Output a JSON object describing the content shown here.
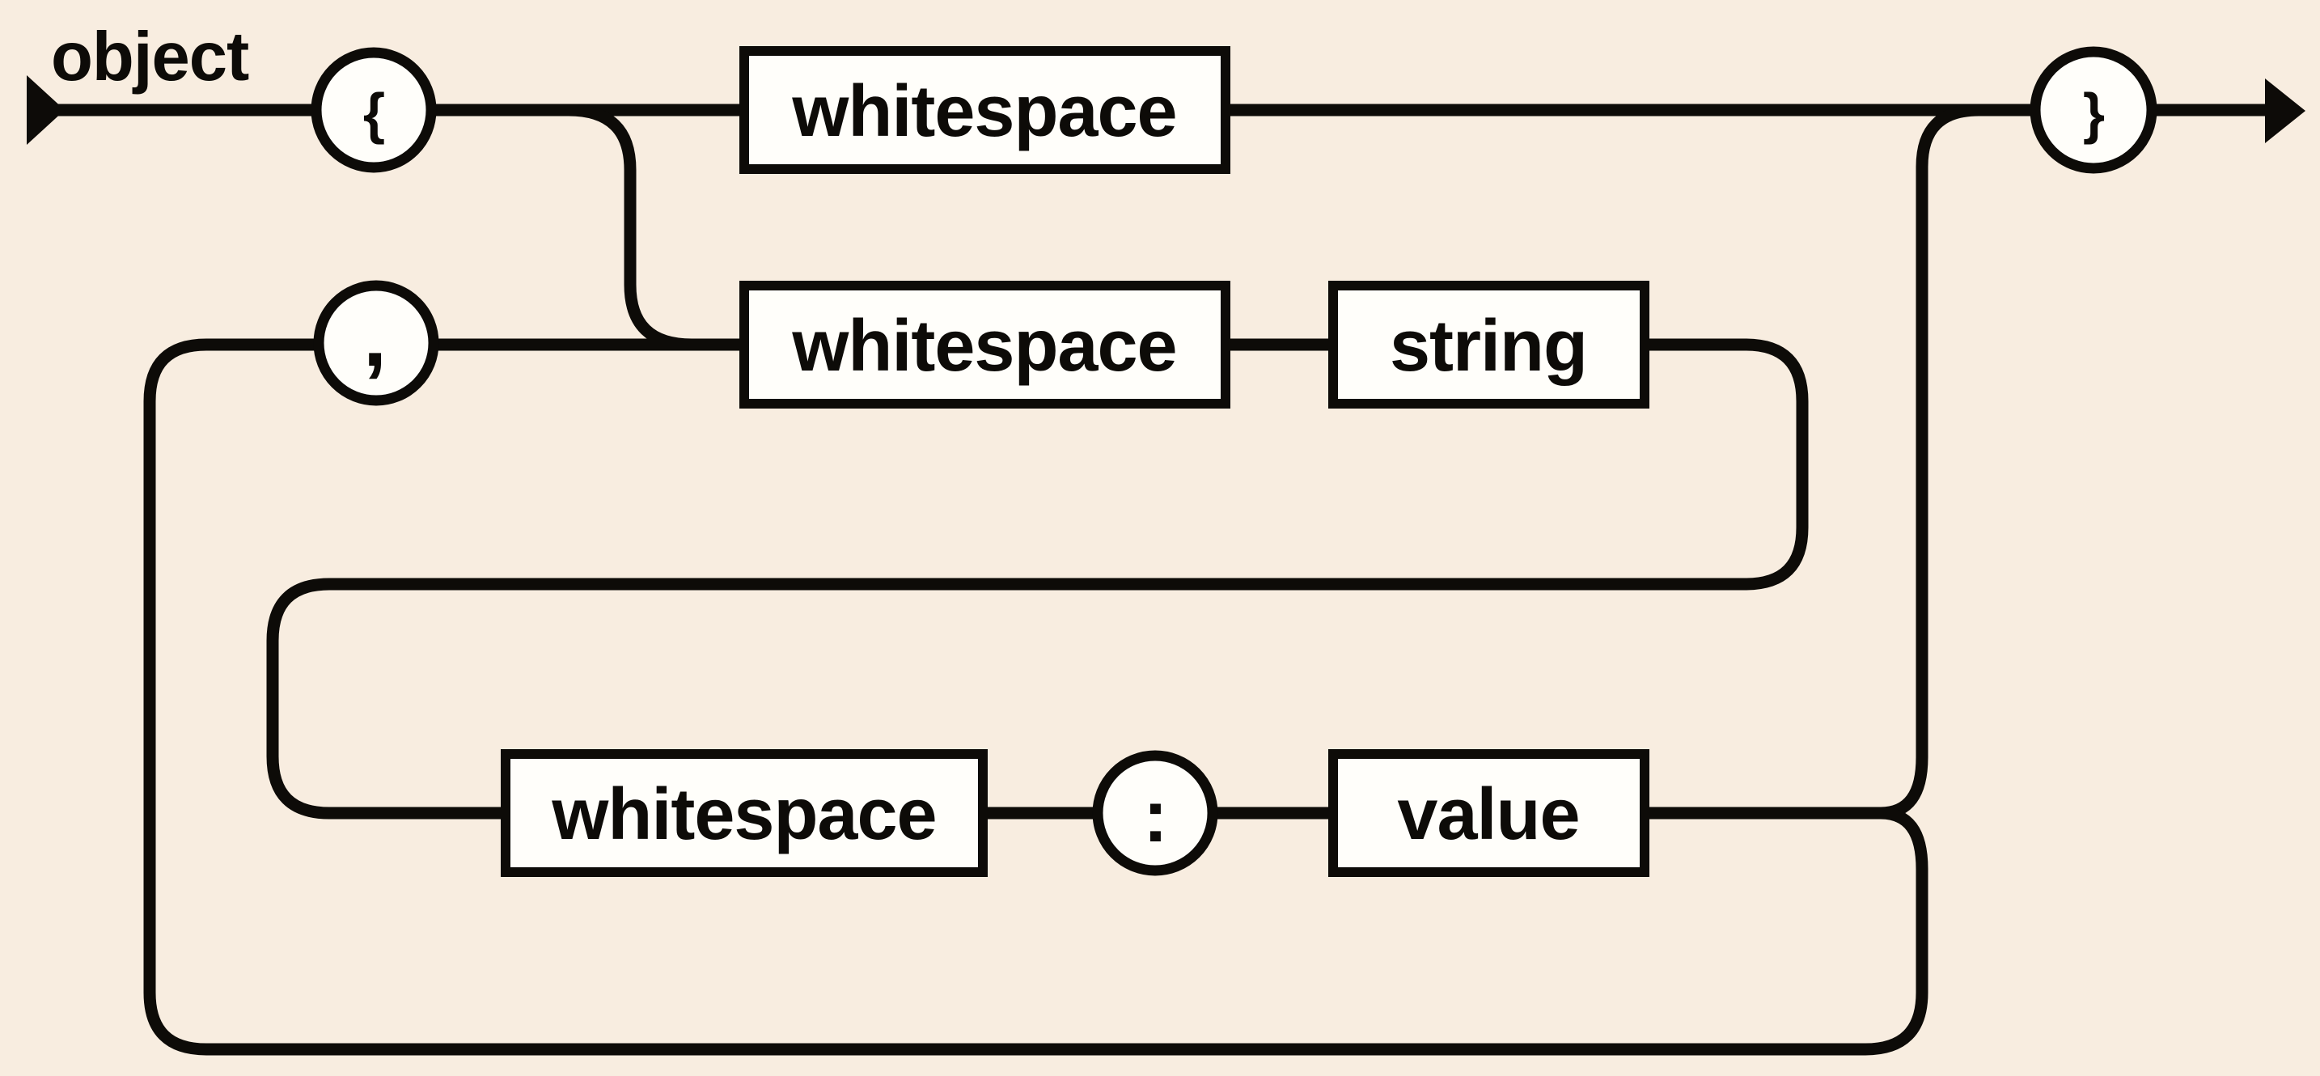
{
  "diagram": {
    "title": "object",
    "background_color": "#f8ede0",
    "line_color": "#0d0b08",
    "node_fill": "#fffefa",
    "terminals": {
      "open_brace": "{",
      "comma": ",",
      "colon": ":",
      "close_brace": "}"
    },
    "nonterminals": {
      "whitespace_top": "whitespace",
      "whitespace_loop": "whitespace",
      "string": "string",
      "whitespace_pair": "whitespace",
      "value": "value"
    }
  }
}
